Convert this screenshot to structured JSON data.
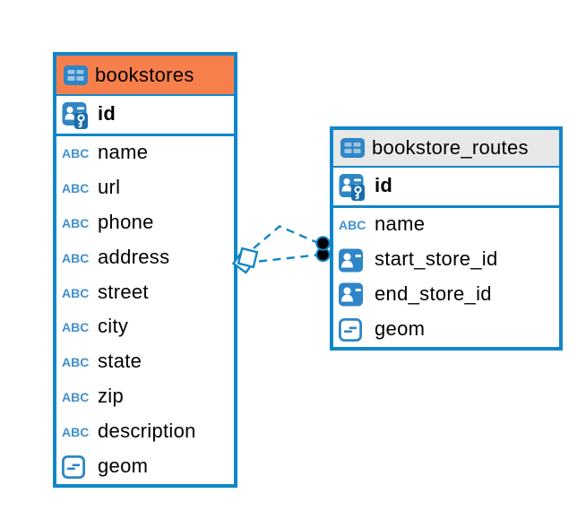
{
  "icons": {
    "text_type_label": "ABC"
  },
  "colors": {
    "accent_blue": "#1186C9",
    "table1_header_bg": "#F77F4B",
    "table2_header_bg": "#E8E8E8",
    "icon_blue": "#2E86C6",
    "icon_badge_blue": "#1A6DAD",
    "icon_cell_blue": "#9EC5E2",
    "text_type_blue": "#4191CD",
    "marker_black": "#000000"
  },
  "tables": [
    {
      "name": "bookstores",
      "key_columns": [
        {
          "label": "id",
          "type": "primary-key"
        }
      ],
      "columns": [
        {
          "label": "name",
          "type": "text"
        },
        {
          "label": "url",
          "type": "text"
        },
        {
          "label": "phone",
          "type": "text"
        },
        {
          "label": "address",
          "type": "text"
        },
        {
          "label": "street",
          "type": "text"
        },
        {
          "label": "city",
          "type": "text"
        },
        {
          "label": "state",
          "type": "text"
        },
        {
          "label": "zip",
          "type": "text"
        },
        {
          "label": "description",
          "type": "text"
        },
        {
          "label": "geom",
          "type": "geometry"
        }
      ]
    },
    {
      "name": "bookstore_routes",
      "key_columns": [
        {
          "label": "id",
          "type": "primary-key"
        }
      ],
      "columns": [
        {
          "label": "name",
          "type": "text"
        },
        {
          "label": "start_store_id",
          "type": "foreign-key"
        },
        {
          "label": "end_store_id",
          "type": "foreign-key"
        },
        {
          "label": "geom",
          "type": "geometry"
        }
      ]
    }
  ],
  "relations": [
    {
      "from_table": "bookstores",
      "to_table": "bookstore_routes",
      "style": "dashed"
    },
    {
      "from_table": "bookstores",
      "to_table": "bookstore_routes",
      "style": "dashed"
    }
  ]
}
